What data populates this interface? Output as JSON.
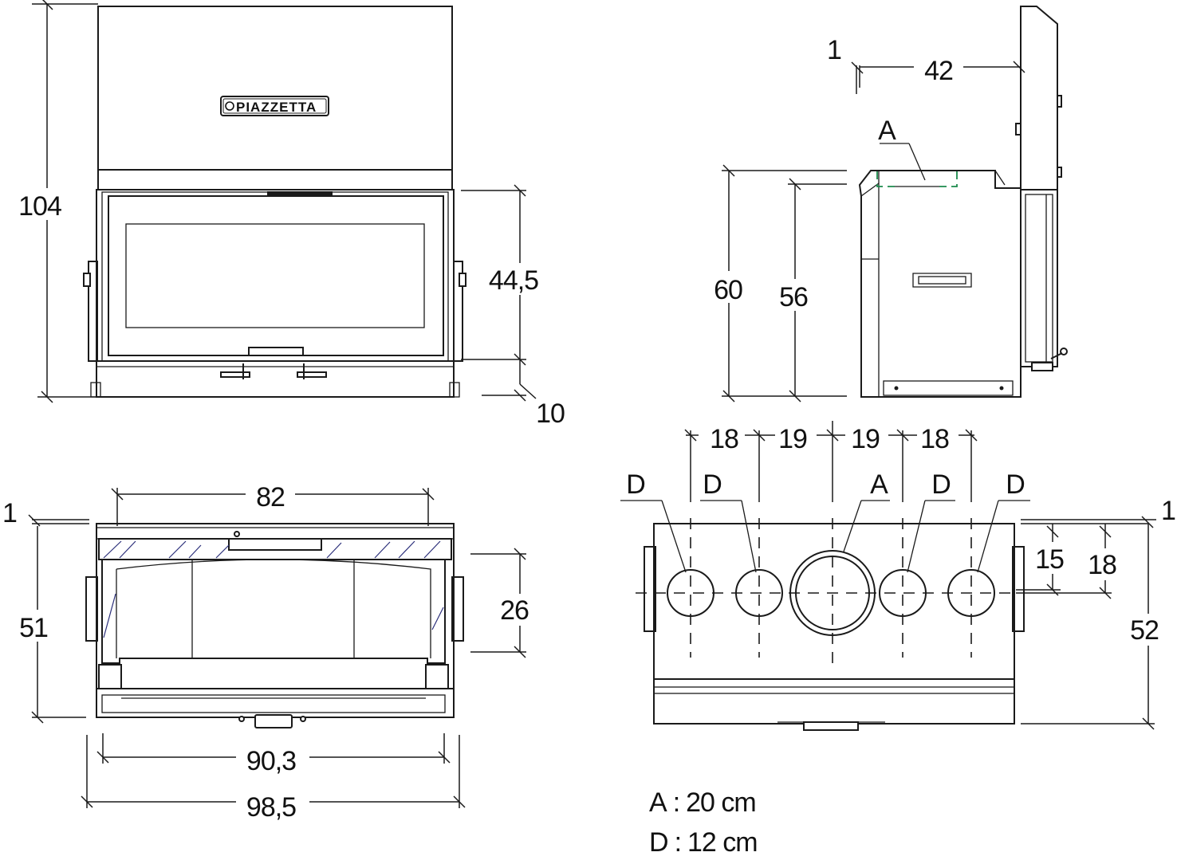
{
  "front_view": {
    "brand": "PIAZZETTA",
    "dims": {
      "height": "104",
      "glass_height": "44,5",
      "base": "10"
    }
  },
  "side_view": {
    "dims": {
      "gap": "1",
      "depth": "42",
      "height_60": "60",
      "height_56": "56"
    },
    "label_a": "A"
  },
  "top_view": {
    "dims": {
      "gap": "1",
      "inner_width": "82",
      "inner_depth": "26",
      "depth": "51",
      "width_inner": "90,3",
      "width_outer": "98,5"
    }
  },
  "outlet_view": {
    "spacing": [
      "18",
      "19",
      "19",
      "18"
    ],
    "labels": [
      "D",
      "D",
      "A",
      "D",
      "D"
    ],
    "dims": {
      "gap": "1",
      "offset_15": "15",
      "offset_18": "18",
      "depth": "52"
    }
  },
  "legend": {
    "items": [
      {
        "key": "A",
        "sep": ":",
        "value": "20 cm"
      },
      {
        "key": "D",
        "sep": ":",
        "value": "12 cm"
      }
    ]
  }
}
